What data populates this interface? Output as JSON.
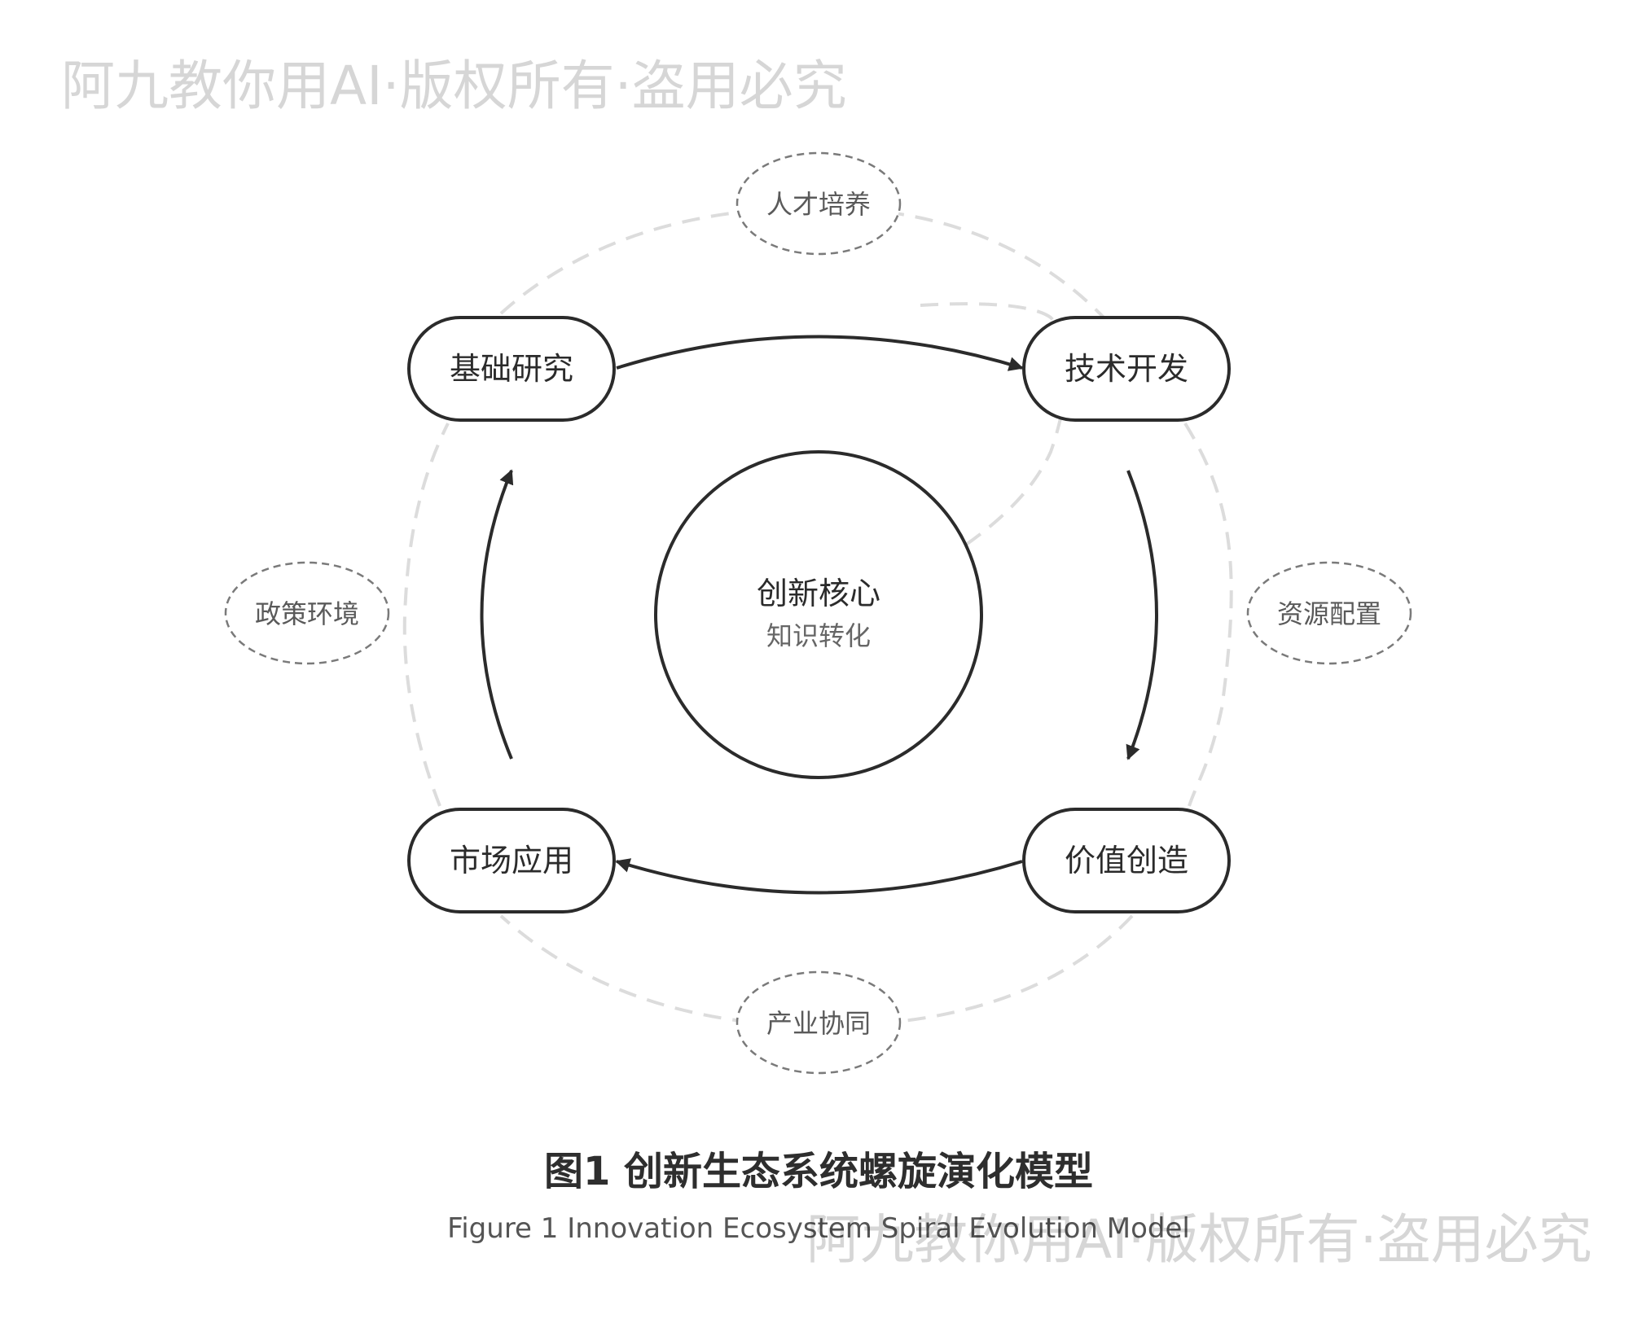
{
  "watermark": "阿九教你用AI·版权所有·盗用必究",
  "center": {
    "title": "创新核心",
    "subtitle": "知识转化"
  },
  "stages": {
    "basic_research": "基础研究",
    "tech_development": "技术开发",
    "value_creation": "价值创造",
    "market_application": "市场应用"
  },
  "factors": {
    "talent": "人才培养",
    "resources": "资源配置",
    "industry": "产业协同",
    "policy": "政策环境"
  },
  "caption": {
    "main": "图1 创新生态系统螺旋演化模型",
    "sub": "Figure 1 Innovation Ecosystem Spiral Evolution Model"
  },
  "colors": {
    "stroke": "#2b2b2b",
    "dashed_ring": "#dcdcdc",
    "factor_dash": "#7a7a7a",
    "background": "#ffffff"
  }
}
